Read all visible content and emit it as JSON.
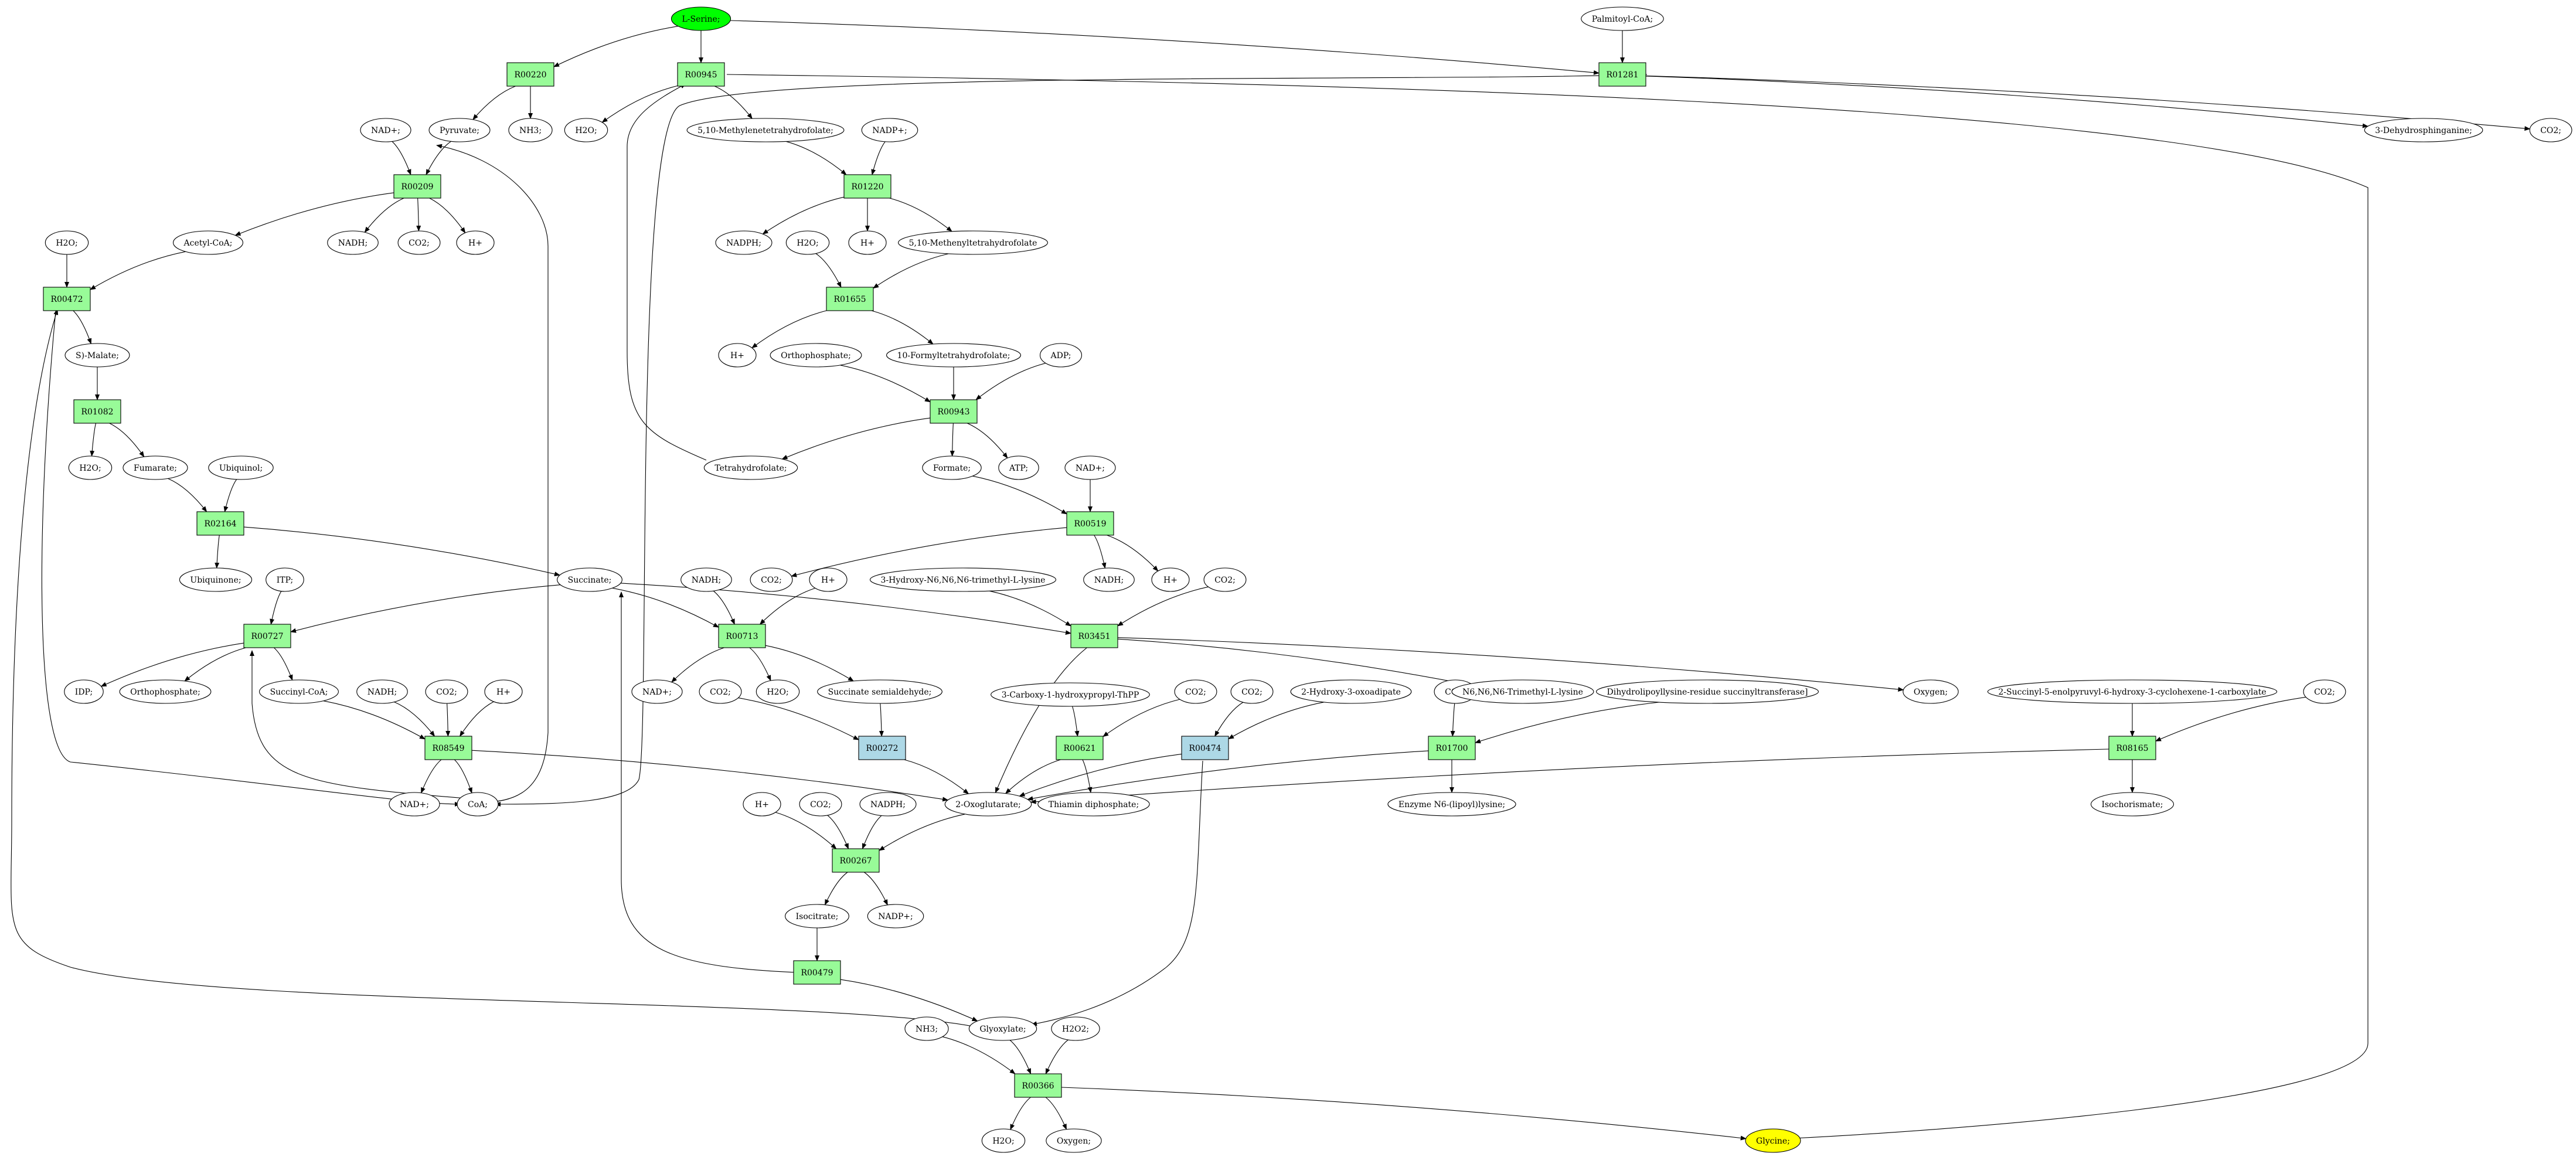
{
  "colors": {
    "reaction": "#98fb98",
    "reaction_alt": "#add8e6",
    "source": "#00ff00",
    "target": "#ffff00",
    "metabolite": "#ffffff",
    "stroke": "#000000"
  },
  "nodes": [
    {
      "id": "L-Serine",
      "label": "L-Serine;",
      "kind": "source"
    },
    {
      "id": "Palmitoyl-CoA",
      "label": "Palmitoyl-CoA;",
      "kind": "metabolite"
    },
    {
      "id": "R00220",
      "label": "R00220",
      "kind": "reaction"
    },
    {
      "id": "R00945",
      "label": "R00945",
      "kind": "reaction"
    },
    {
      "id": "R01281",
      "label": "R01281",
      "kind": "reaction"
    },
    {
      "id": "NADplus_1",
      "label": "NAD+;",
      "kind": "metabolite"
    },
    {
      "id": "Pyruvate",
      "label": "Pyruvate;",
      "kind": "metabolite"
    },
    {
      "id": "NH3_1",
      "label": "NH3;",
      "kind": "metabolite"
    },
    {
      "id": "H2O_1",
      "label": "H2O;",
      "kind": "metabolite"
    },
    {
      "id": "Methylenetetrahydrofolate",
      "label": "5,10-Methylenetetrahydrofolate;",
      "kind": "metabolite"
    },
    {
      "id": "NADPplus_1",
      "label": "NADP+;",
      "kind": "metabolite"
    },
    {
      "id": "Dehydrosphinganine",
      "label": "3-Dehydrosphinganine;",
      "kind": "metabolite"
    },
    {
      "id": "CO2_top",
      "label": "CO2;",
      "kind": "metabolite"
    },
    {
      "id": "R00209",
      "label": "R00209",
      "kind": "reaction"
    },
    {
      "id": "R01220",
      "label": "R01220",
      "kind": "reaction"
    },
    {
      "id": "H2O_2",
      "label": "H2O;",
      "kind": "metabolite"
    },
    {
      "id": "AcetylCoA",
      "label": "Acetyl-CoA;",
      "kind": "metabolite"
    },
    {
      "id": "NADH_1",
      "label": "NADH;",
      "kind": "metabolite"
    },
    {
      "id": "CO2_1",
      "label": "CO2;",
      "kind": "metabolite"
    },
    {
      "id": "Hplus_1",
      "label": "H+",
      "kind": "metabolite"
    },
    {
      "id": "NADPH_1",
      "label": "NADPH;",
      "kind": "metabolite"
    },
    {
      "id": "H2O_3",
      "label": "H2O;",
      "kind": "metabolite"
    },
    {
      "id": "Hplus_2",
      "label": "H+",
      "kind": "metabolite"
    },
    {
      "id": "Methenyltetrahydrofolate",
      "label": "5,10-Methenyltetrahydrofolate",
      "kind": "metabolite"
    },
    {
      "id": "R00472",
      "label": "R00472",
      "kind": "reaction"
    },
    {
      "id": "R01655",
      "label": "R01655",
      "kind": "reaction"
    },
    {
      "id": "SMalate",
      "label": "S)-Malate;",
      "kind": "metabolite"
    },
    {
      "id": "Hplus_3",
      "label": "H+",
      "kind": "metabolite"
    },
    {
      "id": "Orthophosphate_1",
      "label": "Orthophosphate;",
      "kind": "metabolite"
    },
    {
      "id": "Formyltetrahydrofolate",
      "label": "10-Formyltetrahydrofolate;",
      "kind": "metabolite"
    },
    {
      "id": "ADP",
      "label": "ADP;",
      "kind": "metabolite"
    },
    {
      "id": "R01082",
      "label": "R01082",
      "kind": "reaction"
    },
    {
      "id": "R00943",
      "label": "R00943",
      "kind": "reaction"
    },
    {
      "id": "H2O_4",
      "label": "H2O;",
      "kind": "metabolite"
    },
    {
      "id": "Fumarate",
      "label": "Fumarate;",
      "kind": "metabolite"
    },
    {
      "id": "Ubiquinol",
      "label": "Ubiquinol;",
      "kind": "metabolite"
    },
    {
      "id": "Tetrahydrofolate",
      "label": "Tetrahydrofolate;",
      "kind": "metabolite"
    },
    {
      "id": "Formate",
      "label": "Formate;",
      "kind": "metabolite"
    },
    {
      "id": "ATP",
      "label": "ATP;",
      "kind": "metabolite"
    },
    {
      "id": "NADplus_2",
      "label": "NAD+;",
      "kind": "metabolite"
    },
    {
      "id": "R02164",
      "label": "R02164",
      "kind": "reaction"
    },
    {
      "id": "R00519",
      "label": "R00519",
      "kind": "reaction"
    },
    {
      "id": "Ubiquinone",
      "label": "Ubiquinone;",
      "kind": "metabolite"
    },
    {
      "id": "ITP",
      "label": "ITP;",
      "kind": "metabolite"
    },
    {
      "id": "Succinate",
      "label": "Succinate;",
      "kind": "metabolite"
    },
    {
      "id": "NADH_2",
      "label": "NADH;",
      "kind": "metabolite"
    },
    {
      "id": "Hplus_4",
      "label": "H+",
      "kind": "metabolite"
    },
    {
      "id": "CO2_2",
      "label": "CO2;",
      "kind": "metabolite"
    },
    {
      "id": "NADH_3",
      "label": "NADH;",
      "kind": "metabolite"
    },
    {
      "id": "Hplus_5",
      "label": "H+",
      "kind": "metabolite"
    },
    {
      "id": "Hydroxytrimethyllysine",
      "label": "3-Hydroxy-N6,N6,N6-trimethyl-L-lysine",
      "kind": "metabolite"
    },
    {
      "id": "CO2_3",
      "label": "CO2;",
      "kind": "metabolite"
    },
    {
      "id": "R00727",
      "label": "R00727",
      "kind": "reaction"
    },
    {
      "id": "R00713",
      "label": "R00713",
      "kind": "reaction"
    },
    {
      "id": "R03451",
      "label": "R03451",
      "kind": "reaction"
    },
    {
      "id": "IDP",
      "label": "IDP;",
      "kind": "metabolite"
    },
    {
      "id": "Orthophosphate_2",
      "label": "Orthophosphate;",
      "kind": "metabolite"
    },
    {
      "id": "SuccinylCoA",
      "label": "Succinyl-CoA;",
      "kind": "metabolite"
    },
    {
      "id": "NADplus_3",
      "label": "NAD+;",
      "kind": "metabolite"
    },
    {
      "id": "CO2_4",
      "label": "CO2;",
      "kind": "metabolite"
    },
    {
      "id": "H2O_5",
      "label": "H2O;",
      "kind": "metabolite"
    },
    {
      "id": "SuccinateSemialdehyde",
      "label": "Succinate semialdehyde;",
      "kind": "metabolite"
    },
    {
      "id": "CarboxyHydroxypropylThPP",
      "label": "3-Carboxy-1-hydroxypropyl-ThPP",
      "kind": "metabolite"
    },
    {
      "id": "CO2_5",
      "label": "CO2;",
      "kind": "metabolite"
    },
    {
      "id": "CO2_6",
      "label": "CO2;",
      "kind": "metabolite"
    },
    {
      "id": "HydroxyOxoadipate",
      "label": "2-Hydroxy-3-oxoadipate",
      "kind": "metabolite"
    },
    {
      "id": "CO2_7",
      "label": "CO2;",
      "kind": "metabolite"
    },
    {
      "id": "Trimethyllysine",
      "label": "N6,N6,N6-Trimethyl-L-lysine",
      "kind": "metabolite"
    },
    {
      "id": "Dihydrolipoyllysine",
      "label": "Dihydrolipoyllysine-residue succinyltransferase]",
      "kind": "metabolite"
    },
    {
      "id": "Oxygen_1",
      "label": "Oxygen;",
      "kind": "metabolite"
    },
    {
      "id": "SEPHCHC",
      "label": "2-Succinyl-5-enolpyruvyl-6-hydroxy-3-cyclohexene-1-carboxylate",
      "kind": "metabolite"
    },
    {
      "id": "CO2_8",
      "label": "CO2;",
      "kind": "metabolite"
    },
    {
      "id": "NADH_4",
      "label": "NADH;",
      "kind": "metabolite"
    },
    {
      "id": "CO2_9",
      "label": "CO2;",
      "kind": "metabolite"
    },
    {
      "id": "Hplus_6",
      "label": "H+",
      "kind": "metabolite"
    },
    {
      "id": "R08549",
      "label": "R08549",
      "kind": "reaction"
    },
    {
      "id": "R00272",
      "label": "R00272",
      "kind": "reaction_alt"
    },
    {
      "id": "R00621",
      "label": "R00621",
      "kind": "reaction"
    },
    {
      "id": "R00474",
      "label": "R00474",
      "kind": "reaction_alt"
    },
    {
      "id": "R01700",
      "label": "R01700",
      "kind": "reaction"
    },
    {
      "id": "R08165",
      "label": "R08165",
      "kind": "reaction"
    },
    {
      "id": "NADplus_4",
      "label": "NAD+;",
      "kind": "metabolite"
    },
    {
      "id": "CoA",
      "label": "CoA;",
      "kind": "metabolite"
    },
    {
      "id": "Oxoglutarate",
      "label": "2-Oxoglutarate;",
      "kind": "metabolite"
    },
    {
      "id": "ThiaminDiphosphate",
      "label": "Thiamin diphosphate;",
      "kind": "metabolite"
    },
    {
      "id": "EnzymeLipoyllysine",
      "label": "Enzyme N6-(lipoyl)lysine;",
      "kind": "metabolite"
    },
    {
      "id": "Isochorismate",
      "label": "Isochorismate;",
      "kind": "metabolite"
    },
    {
      "id": "Hplus_7",
      "label": "H+",
      "kind": "metabolite"
    },
    {
      "id": "CO2_10",
      "label": "CO2;",
      "kind": "metabolite"
    },
    {
      "id": "NADPH_2",
      "label": "NADPH;",
      "kind": "metabolite"
    },
    {
      "id": "R00267",
      "label": "R00267",
      "kind": "reaction"
    },
    {
      "id": "Isocitrate",
      "label": "Isocitrate;",
      "kind": "metabolite"
    },
    {
      "id": "NADPplus_2",
      "label": "NADP+;",
      "kind": "metabolite"
    },
    {
      "id": "R00479",
      "label": "R00479",
      "kind": "reaction"
    },
    {
      "id": "NH3_2",
      "label": "NH3;",
      "kind": "metabolite"
    },
    {
      "id": "Glyoxylate",
      "label": "Glyoxylate;",
      "kind": "metabolite"
    },
    {
      "id": "H2O2",
      "label": "H2O2;",
      "kind": "metabolite"
    },
    {
      "id": "R00366",
      "label": "R00366",
      "kind": "reaction"
    },
    {
      "id": "H2O_6",
      "label": "H2O;",
      "kind": "metabolite"
    },
    {
      "id": "Oxygen_2",
      "label": "Oxygen;",
      "kind": "metabolite"
    },
    {
      "id": "Glycine",
      "label": "Glycine;",
      "kind": "target"
    }
  ],
  "edges": [
    [
      "L-Serine",
      "R00220"
    ],
    [
      "L-Serine",
      "R00945"
    ],
    [
      "L-Serine",
      "R01281"
    ],
    [
      "Palmitoyl-CoA",
      "R01281"
    ],
    [
      "R00220",
      "Pyruvate"
    ],
    [
      "R00220",
      "NH3_1"
    ],
    [
      "R00945",
      "H2O_1"
    ],
    [
      "R00945",
      "Methylenetetrahydrofolate"
    ],
    [
      "R00945",
      "Glycine"
    ],
    [
      "R01281",
      "Dehydrosphinganine"
    ],
    [
      "R01281",
      "CO2_top"
    ],
    [
      "R01281",
      "CoA"
    ],
    [
      "NADplus_1",
      "R00209"
    ],
    [
      "Pyruvate",
      "R00209"
    ],
    [
      "CoA",
      "R00209"
    ],
    [
      "R00209",
      "AcetylCoA"
    ],
    [
      "R00209",
      "NADH_1"
    ],
    [
      "R00209",
      "CO2_1"
    ],
    [
      "R00209",
      "Hplus_1"
    ],
    [
      "Methylenetetrahydrofolate",
      "R01220"
    ],
    [
      "NADPplus_1",
      "R01220"
    ],
    [
      "R01220",
      "NADPH_1"
    ],
    [
      "R01220",
      "Hplus_2"
    ],
    [
      "R01220",
      "Methenyltetrahydrofolate"
    ],
    [
      "H2O_2",
      "R00472"
    ],
    [
      "AcetylCoA",
      "R00472"
    ],
    [
      "Glyoxylate",
      "R00472"
    ],
    [
      "R00472",
      "SMalate"
    ],
    [
      "R00472",
      "CoA"
    ],
    [
      "H2O_3",
      "R01655"
    ],
    [
      "Methenyltetrahydrofolate",
      "R01655"
    ],
    [
      "R01655",
      "Hplus_3"
    ],
    [
      "R01655",
      "Formyltetrahydrofolate"
    ],
    [
      "SMalate",
      "R01082"
    ],
    [
      "R01082",
      "H2O_4"
    ],
    [
      "R01082",
      "Fumarate"
    ],
    [
      "Orthophosphate_1",
      "R00943"
    ],
    [
      "Formyltetrahydrofolate",
      "R00943"
    ],
    [
      "ADP",
      "R00943"
    ],
    [
      "R00943",
      "Tetrahydrofolate"
    ],
    [
      "R00943",
      "Formate"
    ],
    [
      "R00943",
      "ATP"
    ],
    [
      "Tetrahydrofolate",
      "R00945"
    ],
    [
      "Fumarate",
      "R02164"
    ],
    [
      "Ubiquinol",
      "R02164"
    ],
    [
      "R02164",
      "Ubiquinone"
    ],
    [
      "R02164",
      "Succinate"
    ],
    [
      "Formate",
      "R00519"
    ],
    [
      "NADplus_2",
      "R00519"
    ],
    [
      "R00519",
      "CO2_2"
    ],
    [
      "R00519",
      "NADH_3"
    ],
    [
      "R00519",
      "Hplus_5"
    ],
    [
      "ITP",
      "R00727"
    ],
    [
      "Succinate",
      "R00727"
    ],
    [
      "CoA",
      "R00727"
    ],
    [
      "R00727",
      "IDP"
    ],
    [
      "R00727",
      "Orthophosphate_2"
    ],
    [
      "R00727",
      "SuccinylCoA"
    ],
    [
      "Succinate",
      "R00713"
    ],
    [
      "NADH_2",
      "R00713"
    ],
    [
      "Hplus_4",
      "R00713"
    ],
    [
      "R00713",
      "NADplus_3"
    ],
    [
      "R00713",
      "H2O_5"
    ],
    [
      "R00713",
      "SuccinateSemialdehyde"
    ],
    [
      "Succinate",
      "R03451"
    ],
    [
      "Hydroxytrimethyllysine",
      "R03451"
    ],
    [
      "CO2_3",
      "R03451"
    ],
    [
      "R03451",
      "Trimethyllysine"
    ],
    [
      "R03451",
      "Oxygen_1"
    ],
    [
      "R03451",
      "Oxoglutarate"
    ],
    [
      "SuccinylCoA",
      "R08549"
    ],
    [
      "NADH_4",
      "R08549"
    ],
    [
      "CO2_9",
      "R08549"
    ],
    [
      "Hplus_6",
      "R08549"
    ],
    [
      "R08549",
      "NADplus_4"
    ],
    [
      "R08549",
      "CoA"
    ],
    [
      "R08549",
      "Oxoglutarate"
    ],
    [
      "CO2_4",
      "R00272"
    ],
    [
      "SuccinateSemialdehyde",
      "R00272"
    ],
    [
      "R00272",
      "Oxoglutarate"
    ],
    [
      "CarboxyHydroxypropylThPP",
      "R00621"
    ],
    [
      "CO2_5",
      "R00621"
    ],
    [
      "R00621",
      "Oxoglutarate"
    ],
    [
      "R00621",
      "ThiaminDiphosphate"
    ],
    [
      "CO2_6",
      "R00474"
    ],
    [
      "HydroxyOxoadipate",
      "R00474"
    ],
    [
      "R00474",
      "Oxoglutarate"
    ],
    [
      "R00474",
      "Glyoxylate"
    ],
    [
      "CO2_7",
      "R01700"
    ],
    [
      "Dihydrolipoyllysine",
      "R01700"
    ],
    [
      "R01700",
      "Oxoglutarate"
    ],
    [
      "R01700",
      "EnzymeLipoyllysine"
    ],
    [
      "SEPHCHC",
      "R08165"
    ],
    [
      "CO2_8",
      "R08165"
    ],
    [
      "R08165",
      "Oxoglutarate"
    ],
    [
      "R08165",
      "Isochorismate"
    ],
    [
      "Hplus_7",
      "R00267"
    ],
    [
      "CO2_10",
      "R00267"
    ],
    [
      "NADPH_2",
      "R00267"
    ],
    [
      "Oxoglutarate",
      "R00267"
    ],
    [
      "R00267",
      "Isocitrate"
    ],
    [
      "R00267",
      "NADPplus_2"
    ],
    [
      "Isocitrate",
      "R00479"
    ],
    [
      "R00479",
      "Succinate"
    ],
    [
      "R00479",
      "Glyoxylate"
    ],
    [
      "NH3_2",
      "R00366"
    ],
    [
      "Glyoxylate",
      "R00366"
    ],
    [
      "H2O2",
      "R00366"
    ],
    [
      "R00366",
      "H2O_6"
    ],
    [
      "R00366",
      "Oxygen_2"
    ],
    [
      "R00366",
      "Glycine"
    ]
  ]
}
